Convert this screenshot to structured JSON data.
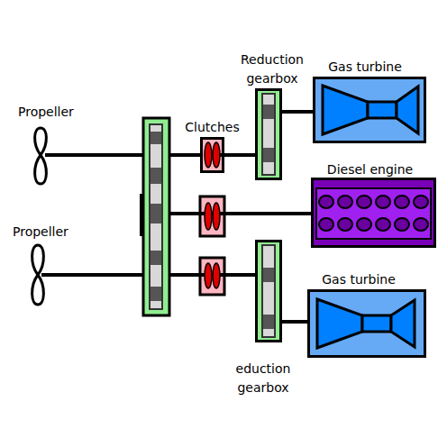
{
  "diagram": {
    "nodes": [
      {
        "text": [
          "Reduction gearbox"
        ]
      },
      {
        "text": [
          "Gas turbine"
        ]
      },
      {
        "text": [
          "Clutches"
        ]
      },
      {
        "text": [
          "Diesel engine"
        ]
      },
      {
        "text": [
          "Gas turbine"
        ]
      },
      {
        "text": [
          "eduction gearbox"
        ]
      }
    ],
    "edges": [
      {
        "from": 1,
        "to": 0,
        "arrow": "none"
      },
      {
        "from": 0,
        "to": 2,
        "arrow": "none"
      },
      {
        "from": 4,
        "to": 5,
        "arrow": "none"
      }
    ],
    "labels": [
      "Propeller",
      "Propeller"
    ]
  }
}
